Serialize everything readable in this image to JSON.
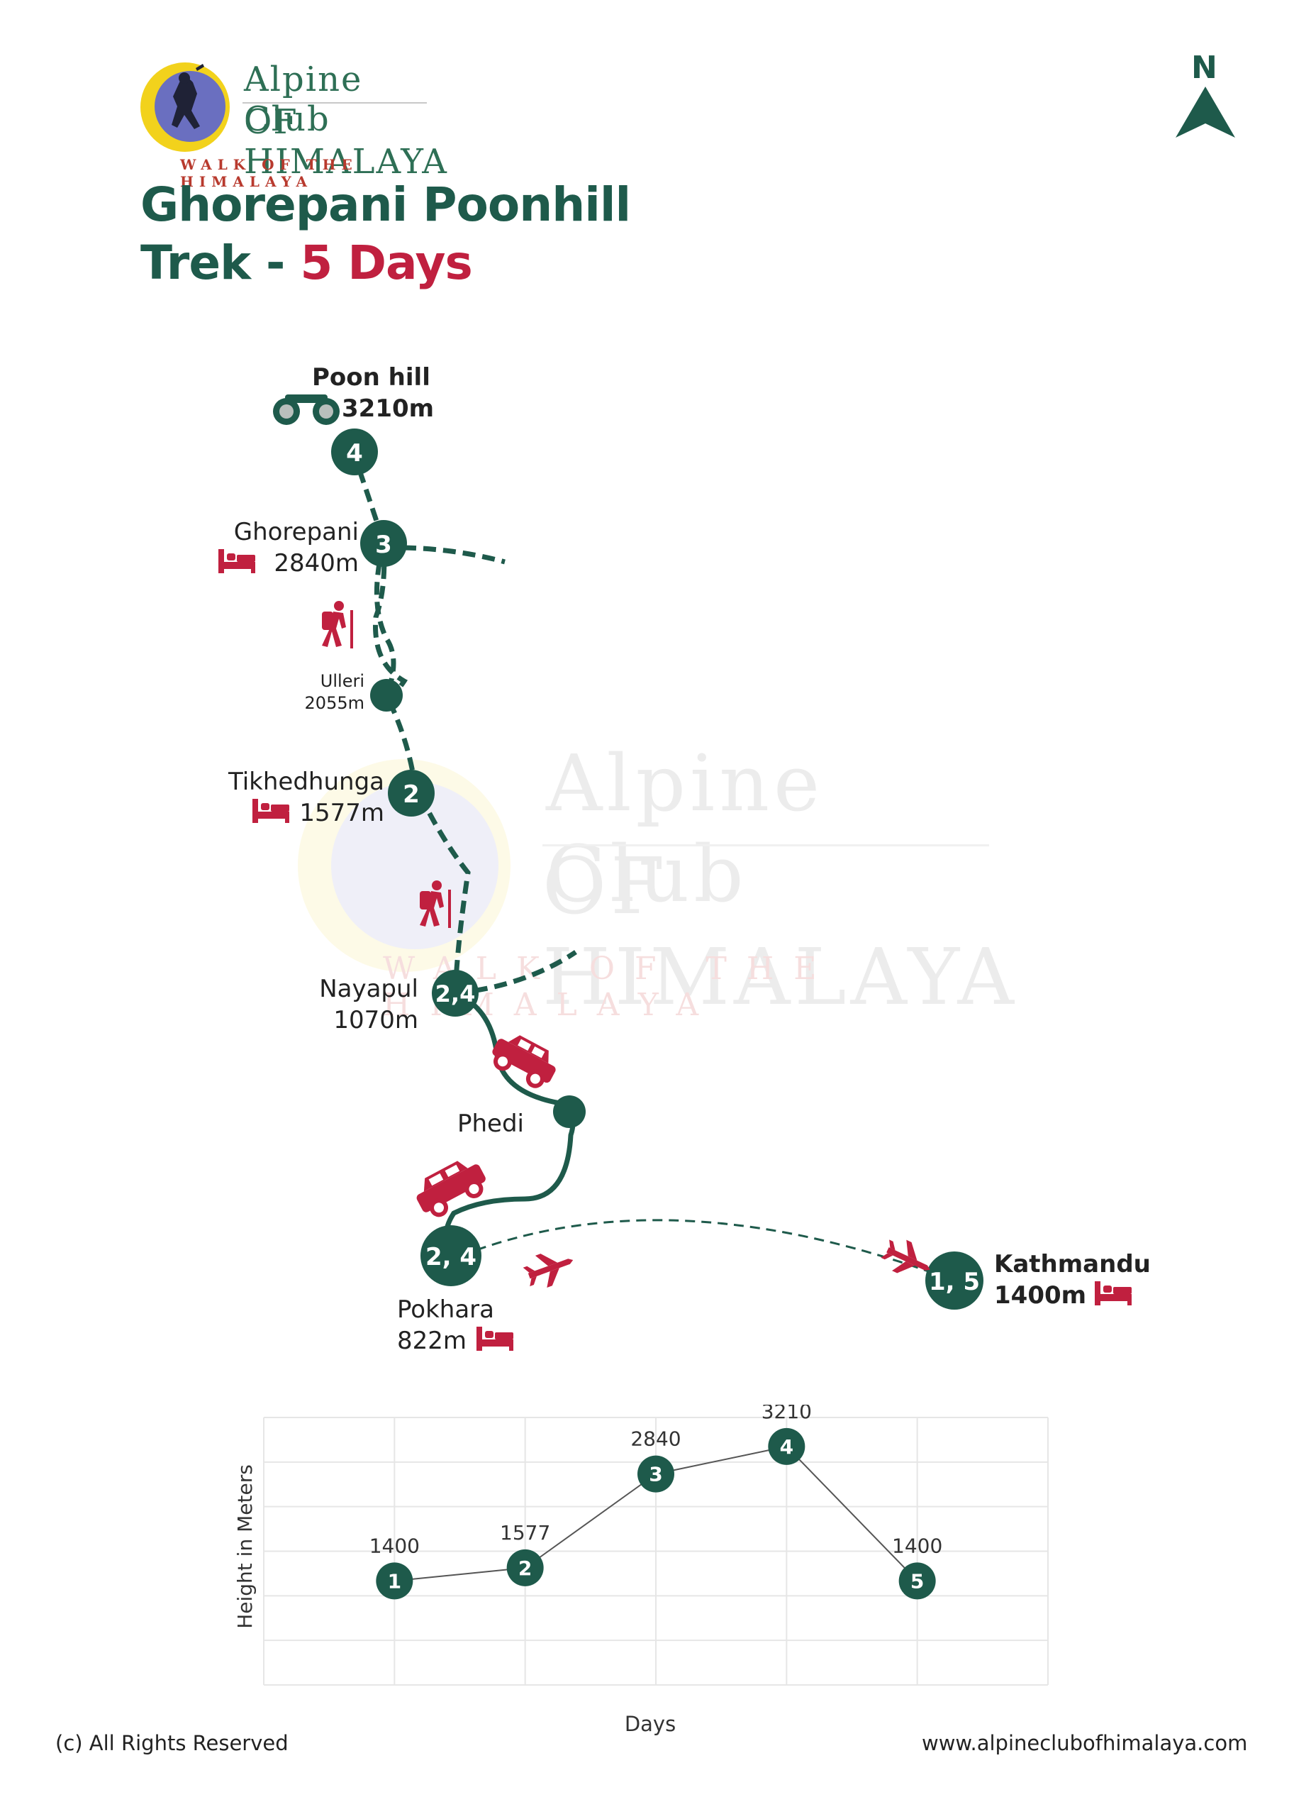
{
  "logo": {
    "line1": "Alpine Club",
    "line2": "OF HIMALAYA",
    "tagline": "WALK OF THE HIMALAYA"
  },
  "title": {
    "line1": "Ghorepani Poonhill",
    "line2_prefix": "Trek - ",
    "line2_highlight": "5 Days"
  },
  "compass": {
    "label": "N"
  },
  "watermark": {
    "line1": "Alpine Club",
    "line2": "OF HIMALAYA",
    "tagline": "WALK OF THE HIMALAYA"
  },
  "colors": {
    "route": "#1e5a4b",
    "accent": "#c0203f",
    "text": "#222222"
  },
  "map": {
    "places": [
      {
        "name": "Poon hill",
        "altitude": "3210m",
        "day": "4",
        "icon": "binoculars-icon"
      },
      {
        "name": "Ghorepani",
        "altitude": "2840m",
        "day": "3",
        "icon": "bed-icon"
      },
      {
        "name": "Ulleri",
        "altitude": "2055m",
        "day": ""
      },
      {
        "name": "Tikhedhunga",
        "altitude": "1577m",
        "day": "2",
        "icon": "bed-icon"
      },
      {
        "name": "Nayapul",
        "altitude": "1070m",
        "day": "2,4"
      },
      {
        "name": "Phedi",
        "altitude": "",
        "day": ""
      },
      {
        "name": "Pokhara",
        "altitude": "822m",
        "day": "2, 4",
        "icon": "bed-icon"
      },
      {
        "name": "Kathmandu",
        "altitude": "1400m",
        "day": "1, 5",
        "icon": "bed-icon"
      }
    ],
    "legend_icons": [
      "hiker-icon",
      "jeep-icon",
      "plane-icon",
      "bed-icon",
      "binoculars-icon"
    ]
  },
  "chart_data": {
    "type": "line",
    "x": [
      1,
      2,
      3,
      4,
      5
    ],
    "values": [
      1400,
      1577,
      2840,
      3210,
      1400
    ],
    "point_labels": [
      "1",
      "2",
      "3",
      "4",
      "5"
    ],
    "value_labels": [
      "1400",
      "1577",
      "2840",
      "3210",
      "1400"
    ],
    "xlabel": "Days",
    "ylabel": "Height in Meters",
    "ylim": [
      0,
      3600
    ],
    "grid": true
  },
  "footer": {
    "copyright": "(c) All Rights Reserved",
    "website": "www.alpineclubofhimalaya.com"
  }
}
